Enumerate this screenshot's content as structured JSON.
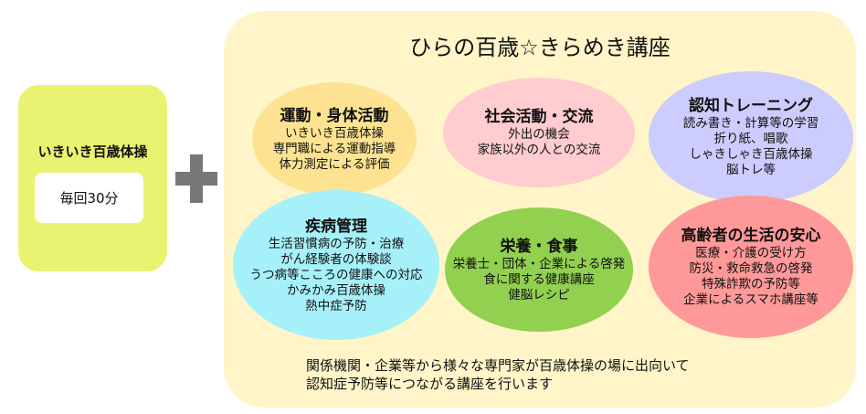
{
  "left_box": {
    "title": "いきいき百歳体操",
    "sub": "毎回30分"
  },
  "panel": {
    "title": "ひらの百歳☆きらめき講座",
    "topics": [
      {
        "heading": "運動・身体活動",
        "lines": [
          "いきいき百歳体操",
          "専門職による運動指導",
          "体力測定による評価"
        ],
        "color": "#FDE391"
      },
      {
        "heading": "社会活動・交流",
        "lines": [
          "外出の機会",
          "家族以外の人との交流"
        ],
        "color": "#FFCCD0"
      },
      {
        "heading": "認知トレーニング",
        "lines": [
          "読み書き・計算等の学習",
          "折り紙、唱歌",
          "しゃきしゃき百歳体操",
          "脳トレ等"
        ],
        "color": "#CCCCFF"
      },
      {
        "heading": "疾病管理",
        "lines": [
          "生活習慣病の予防・治療",
          "がん経験者の体験談",
          "うつ病等こころの健康への対応",
          "かみかみ百歳体操",
          "熱中症予防"
        ],
        "color": "#A6F0FA"
      },
      {
        "heading": "栄養・食事",
        "lines": [
          "栄養士・団体・企業による啓発",
          "食に関する健康講座",
          "健脳レシピ"
        ],
        "color": "#92D050"
      },
      {
        "heading": "高齢者の生活の安心",
        "lines": [
          "医療・介護の受け方",
          "防災・救命救急の啓発",
          "特殊詐欺の予防等",
          "企業によるスマホ講座等"
        ],
        "color": "#FF9999"
      }
    ],
    "footer": [
      "関係機関・企業等から様々な専門家が百歳体操の場に出向いて",
      "認知症予防等につながる講座を行います"
    ]
  }
}
